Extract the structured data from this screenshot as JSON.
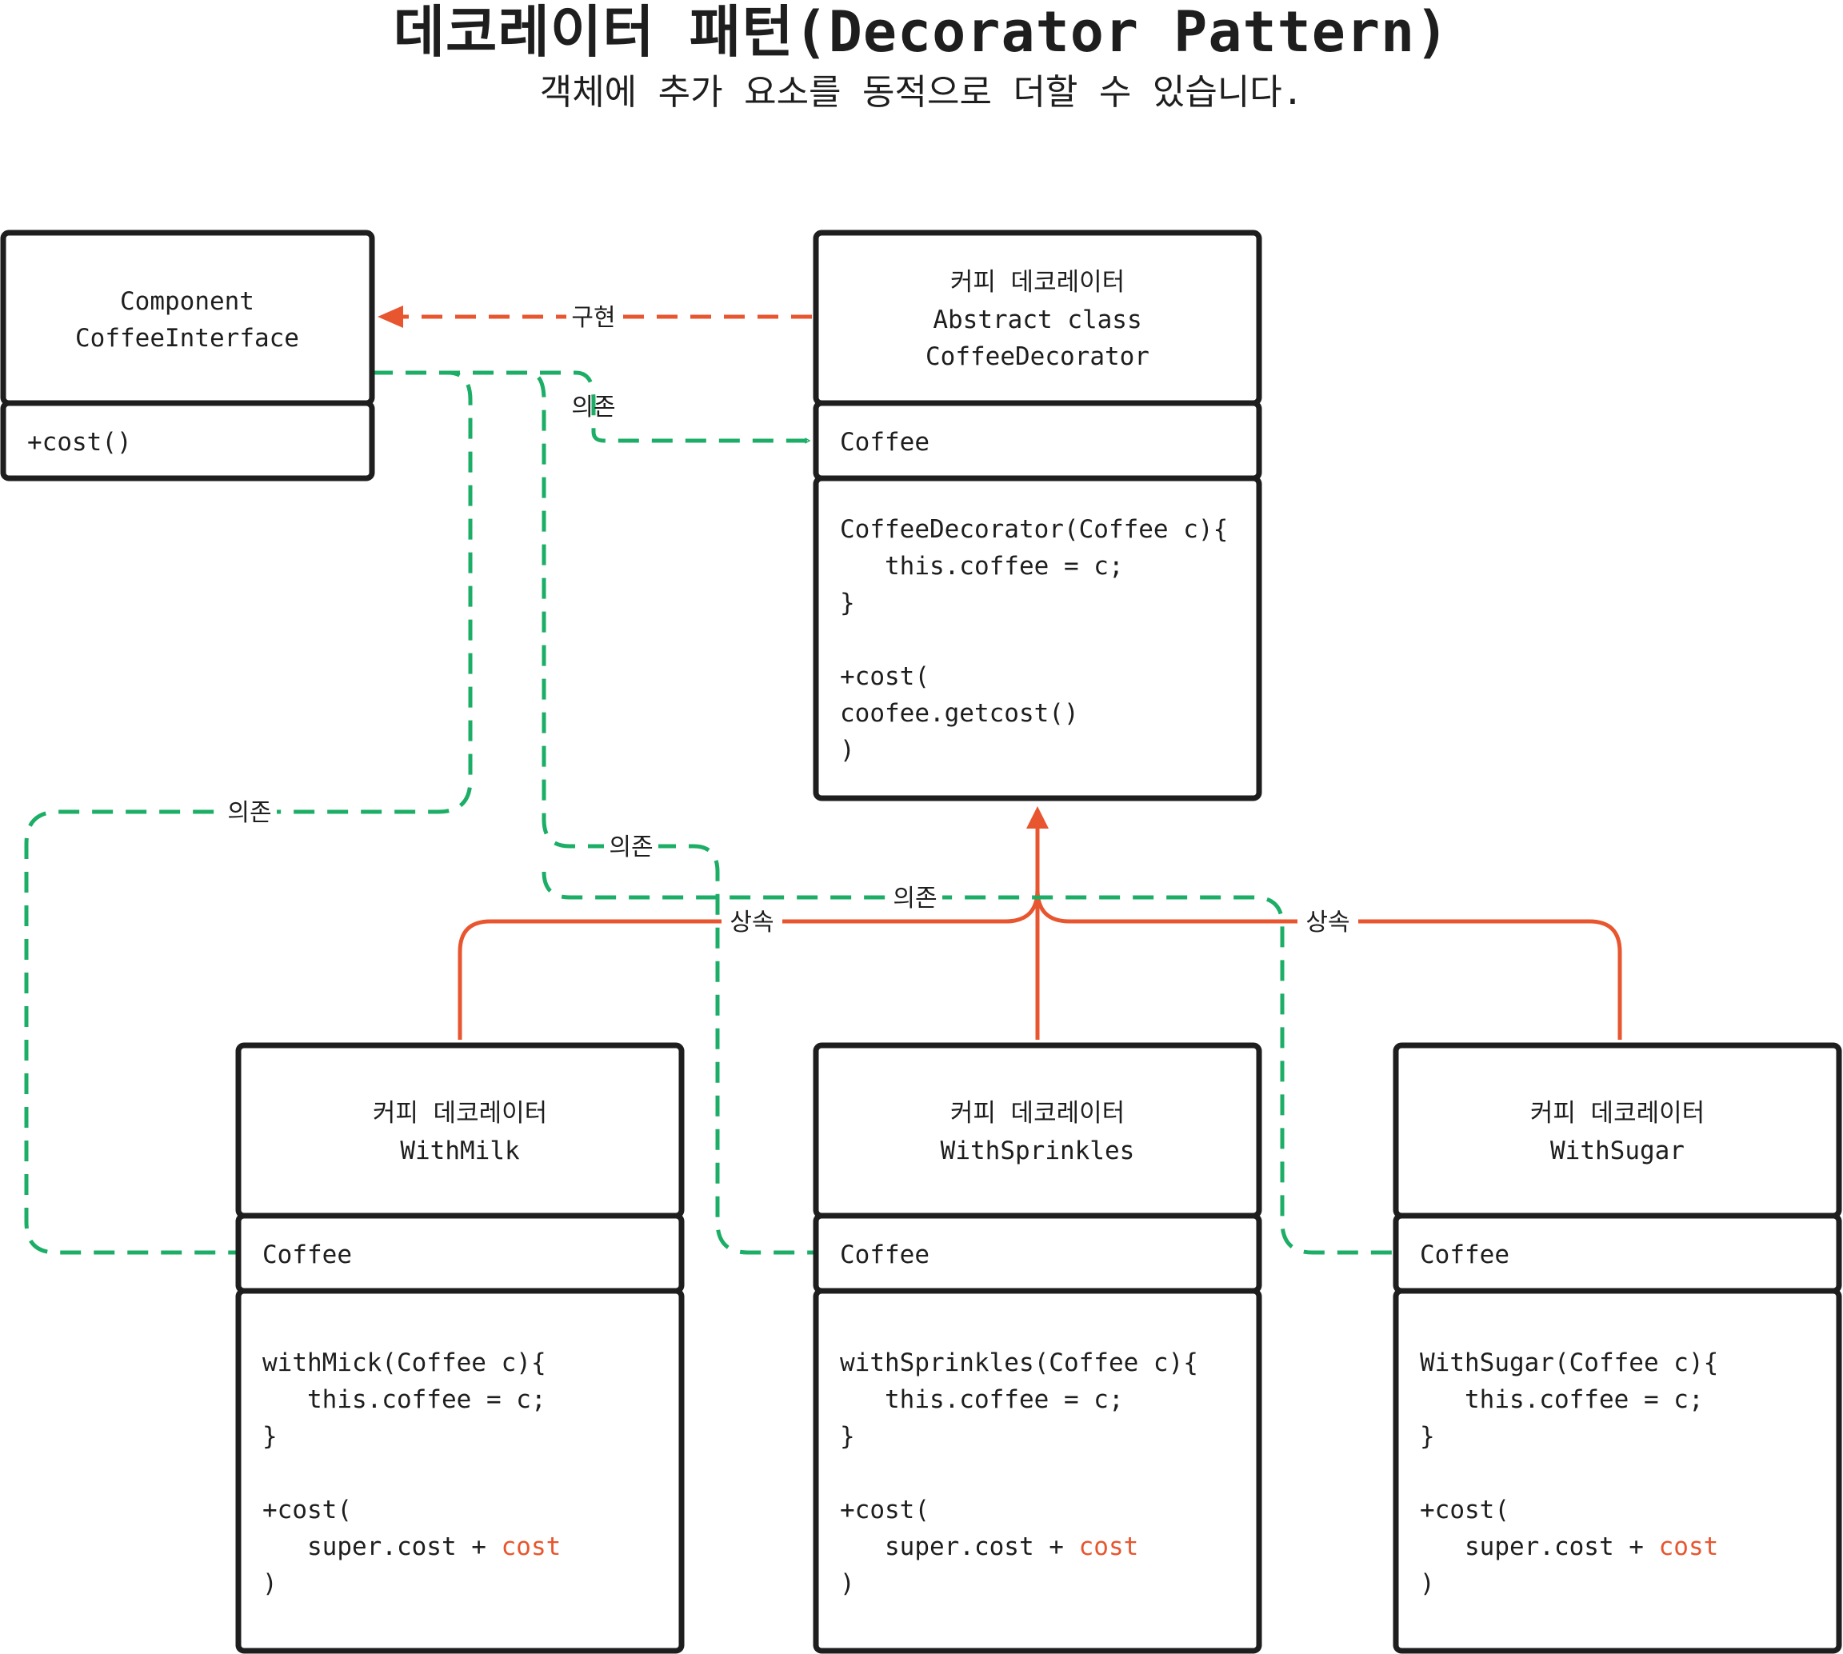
{
  "title": "데코레이터 패턴(Decorator Pattern)",
  "subtitle": "객체에 추가 요소를 동적으로 더할 수 있습니다.",
  "colors": {
    "inherit": "#e8562f",
    "depend": "#1cae66",
    "border": "#1e1e1e"
  },
  "interface": {
    "stereotype": "Component",
    "name": "CoffeeInterface",
    "method": "+cost()"
  },
  "decorator": {
    "header": [
      "커피 데코레이터",
      "Abstract class",
      "CoffeeDecorator"
    ],
    "field": "Coffee",
    "body": [
      "CoffeeDecorator(Coffee c){",
      "   this.coffee = c;",
      "}",
      "",
      "+cost(",
      "coofee.getcost()",
      ")"
    ]
  },
  "concrete": [
    {
      "header": [
        "커피 데코레이터",
        "WithMilk"
      ],
      "field": "Coffee",
      "body": [
        "withMick(Coffee c){",
        "   this.coffee = c;",
        "}",
        "",
        "+cost(",
        "   super.cost + cost",
        ")"
      ]
    },
    {
      "header": [
        "커피 데코레이터",
        "WithSprinkles"
      ],
      "field": "Coffee",
      "body": [
        "withSprinkles(Coffee c){",
        "   this.coffee = c;",
        "}",
        "",
        "+cost(",
        "   super.cost + cost",
        ")"
      ]
    },
    {
      "header": [
        "커피 데코레이터",
        "WithSugar"
      ],
      "field": "Coffee",
      "body": [
        "WithSugar(Coffee c){",
        "   this.coffee = c;",
        "}",
        "",
        "+cost(",
        "   super.cost + cost",
        ")"
      ]
    }
  ],
  "labels": {
    "implements": "구현",
    "depends": "의존",
    "inherits": "상속"
  }
}
